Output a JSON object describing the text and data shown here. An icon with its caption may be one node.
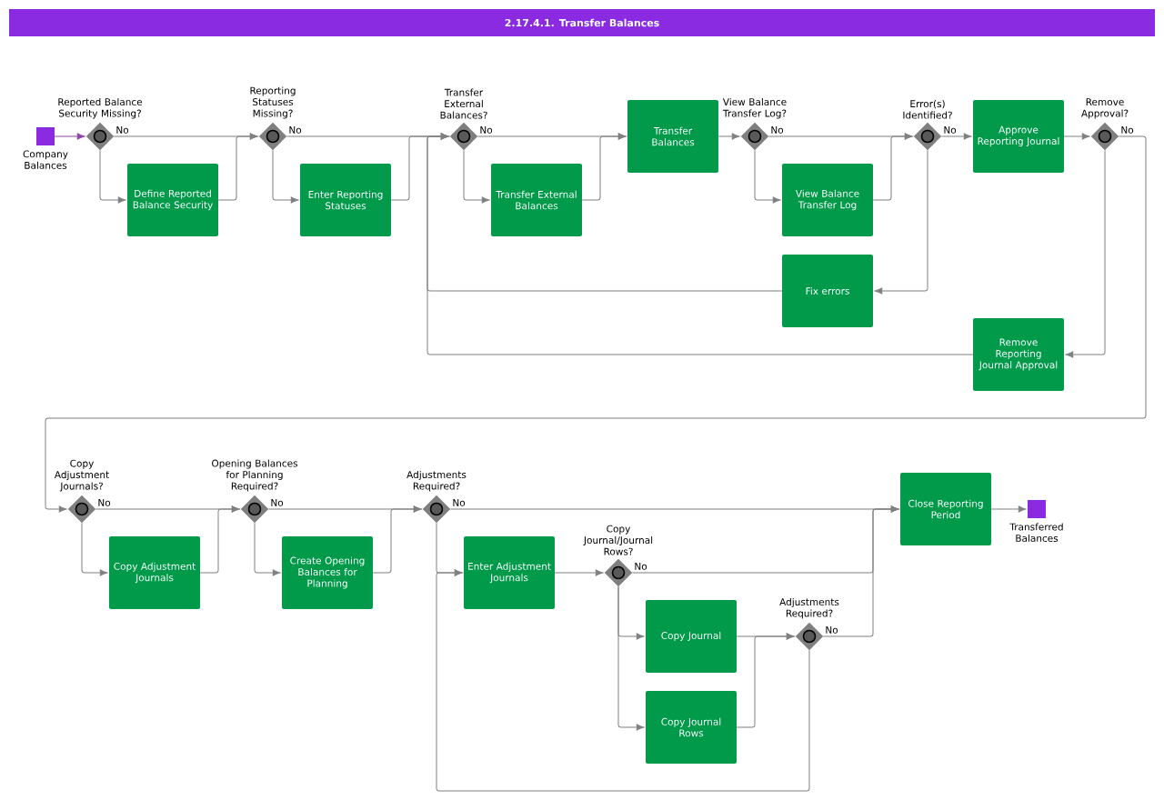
{
  "diagram": {
    "title": "2.17.4.1. Transfer Balances",
    "nodes": [
      {
        "text": [],
        "shape": "box",
        "beside": [
          "Company Balances"
        ]
      },
      {
        "text": [
          "Reported Balance Security Missing?"
        ]
      },
      {
        "text": [
          "Define Reported Balance Security"
        ]
      },
      {
        "text": [
          "Reporting Statuses Missing?"
        ]
      },
      {
        "text": [
          "Enter Reporting Statuses"
        ]
      },
      {
        "text": [
          "Transfer External Balances?"
        ]
      },
      {
        "text": [
          "Transfer External Balances"
        ]
      },
      {
        "text": [
          "Transfer Balances"
        ]
      },
      {
        "text": [
          "View Balance Transfer Log?"
        ]
      },
      {
        "text": [
          "View Balance Transfer Log"
        ]
      },
      {
        "text": [
          "Error(s) Identified?"
        ]
      },
      {
        "text": [
          "Approve Reporting Journal"
        ]
      },
      {
        "text": [
          "Remove Approval?"
        ]
      },
      {
        "text": [
          "Fix errors"
        ]
      },
      {
        "text": [
          "Remove Reporting Journal Approval"
        ]
      },
      {
        "text": [
          "Copy Adjustment Journals?"
        ]
      },
      {
        "text": [
          "Copy Adjustment Journals"
        ]
      },
      {
        "text": [
          "Opening Balances for Planning Required?"
        ]
      },
      {
        "text": [
          "Create Opening Balances for Planning"
        ]
      },
      {
        "text": [
          "Adjustments Required?"
        ]
      },
      {
        "text": [
          "Enter Adjustment Journals"
        ]
      },
      {
        "text": [
          "Copy Journal/Journal Rows?"
        ]
      },
      {
        "text": [
          "Close Reporting Period"
        ]
      },
      {
        "text": [],
        "shape": "box",
        "beside": [
          "Transferred Balances"
        ]
      },
      {
        "text": [
          "Copy Journal"
        ]
      },
      {
        "text": [
          "Adjustments Required?"
        ]
      },
      {
        "text": [
          "Copy Journal Rows"
        ]
      }
    ],
    "edges": [
      {
        "from": 0,
        "to": 1,
        "arrow": "to",
        "color": "#8e44ad"
      },
      {
        "from": 1,
        "to": 3,
        "arrow": "to",
        "label": "No"
      },
      {
        "from": 1,
        "to": 2,
        "arrow": "to"
      },
      {
        "from": 2,
        "to": 3,
        "arrow": "to"
      },
      {
        "from": 3,
        "to": 5,
        "arrow": "to",
        "label": "No"
      },
      {
        "from": 3,
        "to": 4,
        "arrow": "to"
      },
      {
        "from": 4,
        "to": 5,
        "arrow": "to"
      },
      {
        "from": 5,
        "to": 7,
        "arrow": "to",
        "label": "No"
      },
      {
        "from": 5,
        "to": 6,
        "arrow": "to"
      },
      {
        "from": 6,
        "to": 7,
        "arrow": "to"
      },
      {
        "from": 7,
        "to": 8,
        "arrow": "to"
      },
      {
        "from": 8,
        "to": 10,
        "arrow": "to",
        "label": "No"
      },
      {
        "from": 8,
        "to": 9,
        "arrow": "to"
      },
      {
        "from": 9,
        "to": 10,
        "arrow": "to"
      },
      {
        "from": 10,
        "to": 11,
        "arrow": "to",
        "label": "No"
      },
      {
        "from": 10,
        "to": 13,
        "arrow": "to"
      },
      {
        "from": 13,
        "to": 5,
        "arrow": "to"
      },
      {
        "from": 11,
        "to": 12,
        "arrow": "to"
      },
      {
        "from": 12,
        "to": 14,
        "arrow": "to"
      },
      {
        "from": 14,
        "to": 5,
        "arrow": "to"
      },
      {
        "from": 12,
        "to": 15,
        "arrow": "to",
        "label": "No"
      },
      {
        "from": 15,
        "to": 17,
        "arrow": "to",
        "label": "No"
      },
      {
        "from": 15,
        "to": 16,
        "arrow": "to"
      },
      {
        "from": 16,
        "to": 17,
        "arrow": "to"
      },
      {
        "from": 17,
        "to": 19,
        "arrow": "to",
        "label": "No"
      },
      {
        "from": 17,
        "to": 18,
        "arrow": "to"
      },
      {
        "from": 18,
        "to": 19,
        "arrow": "to"
      },
      {
        "from": 19,
        "to": 22,
        "arrow": "to",
        "label": "No"
      },
      {
        "from": 19,
        "to": 20,
        "arrow": "to"
      },
      {
        "from": 20,
        "to": 21,
        "arrow": "to"
      },
      {
        "from": 21,
        "to": 22,
        "arrow": "to",
        "label": "No"
      },
      {
        "from": 21,
        "to": 24,
        "arrow": "to"
      },
      {
        "from": 21,
        "to": 26,
        "arrow": "to"
      },
      {
        "from": 24,
        "to": 25,
        "arrow": "to"
      },
      {
        "from": 26,
        "to": 25,
        "arrow": "to"
      },
      {
        "from": 25,
        "to": 22,
        "arrow": "to",
        "label": "No"
      },
      {
        "from": 25,
        "to": 20,
        "arrow": "to"
      },
      {
        "from": 22,
        "to": 23,
        "arrow": "to"
      }
    ]
  }
}
